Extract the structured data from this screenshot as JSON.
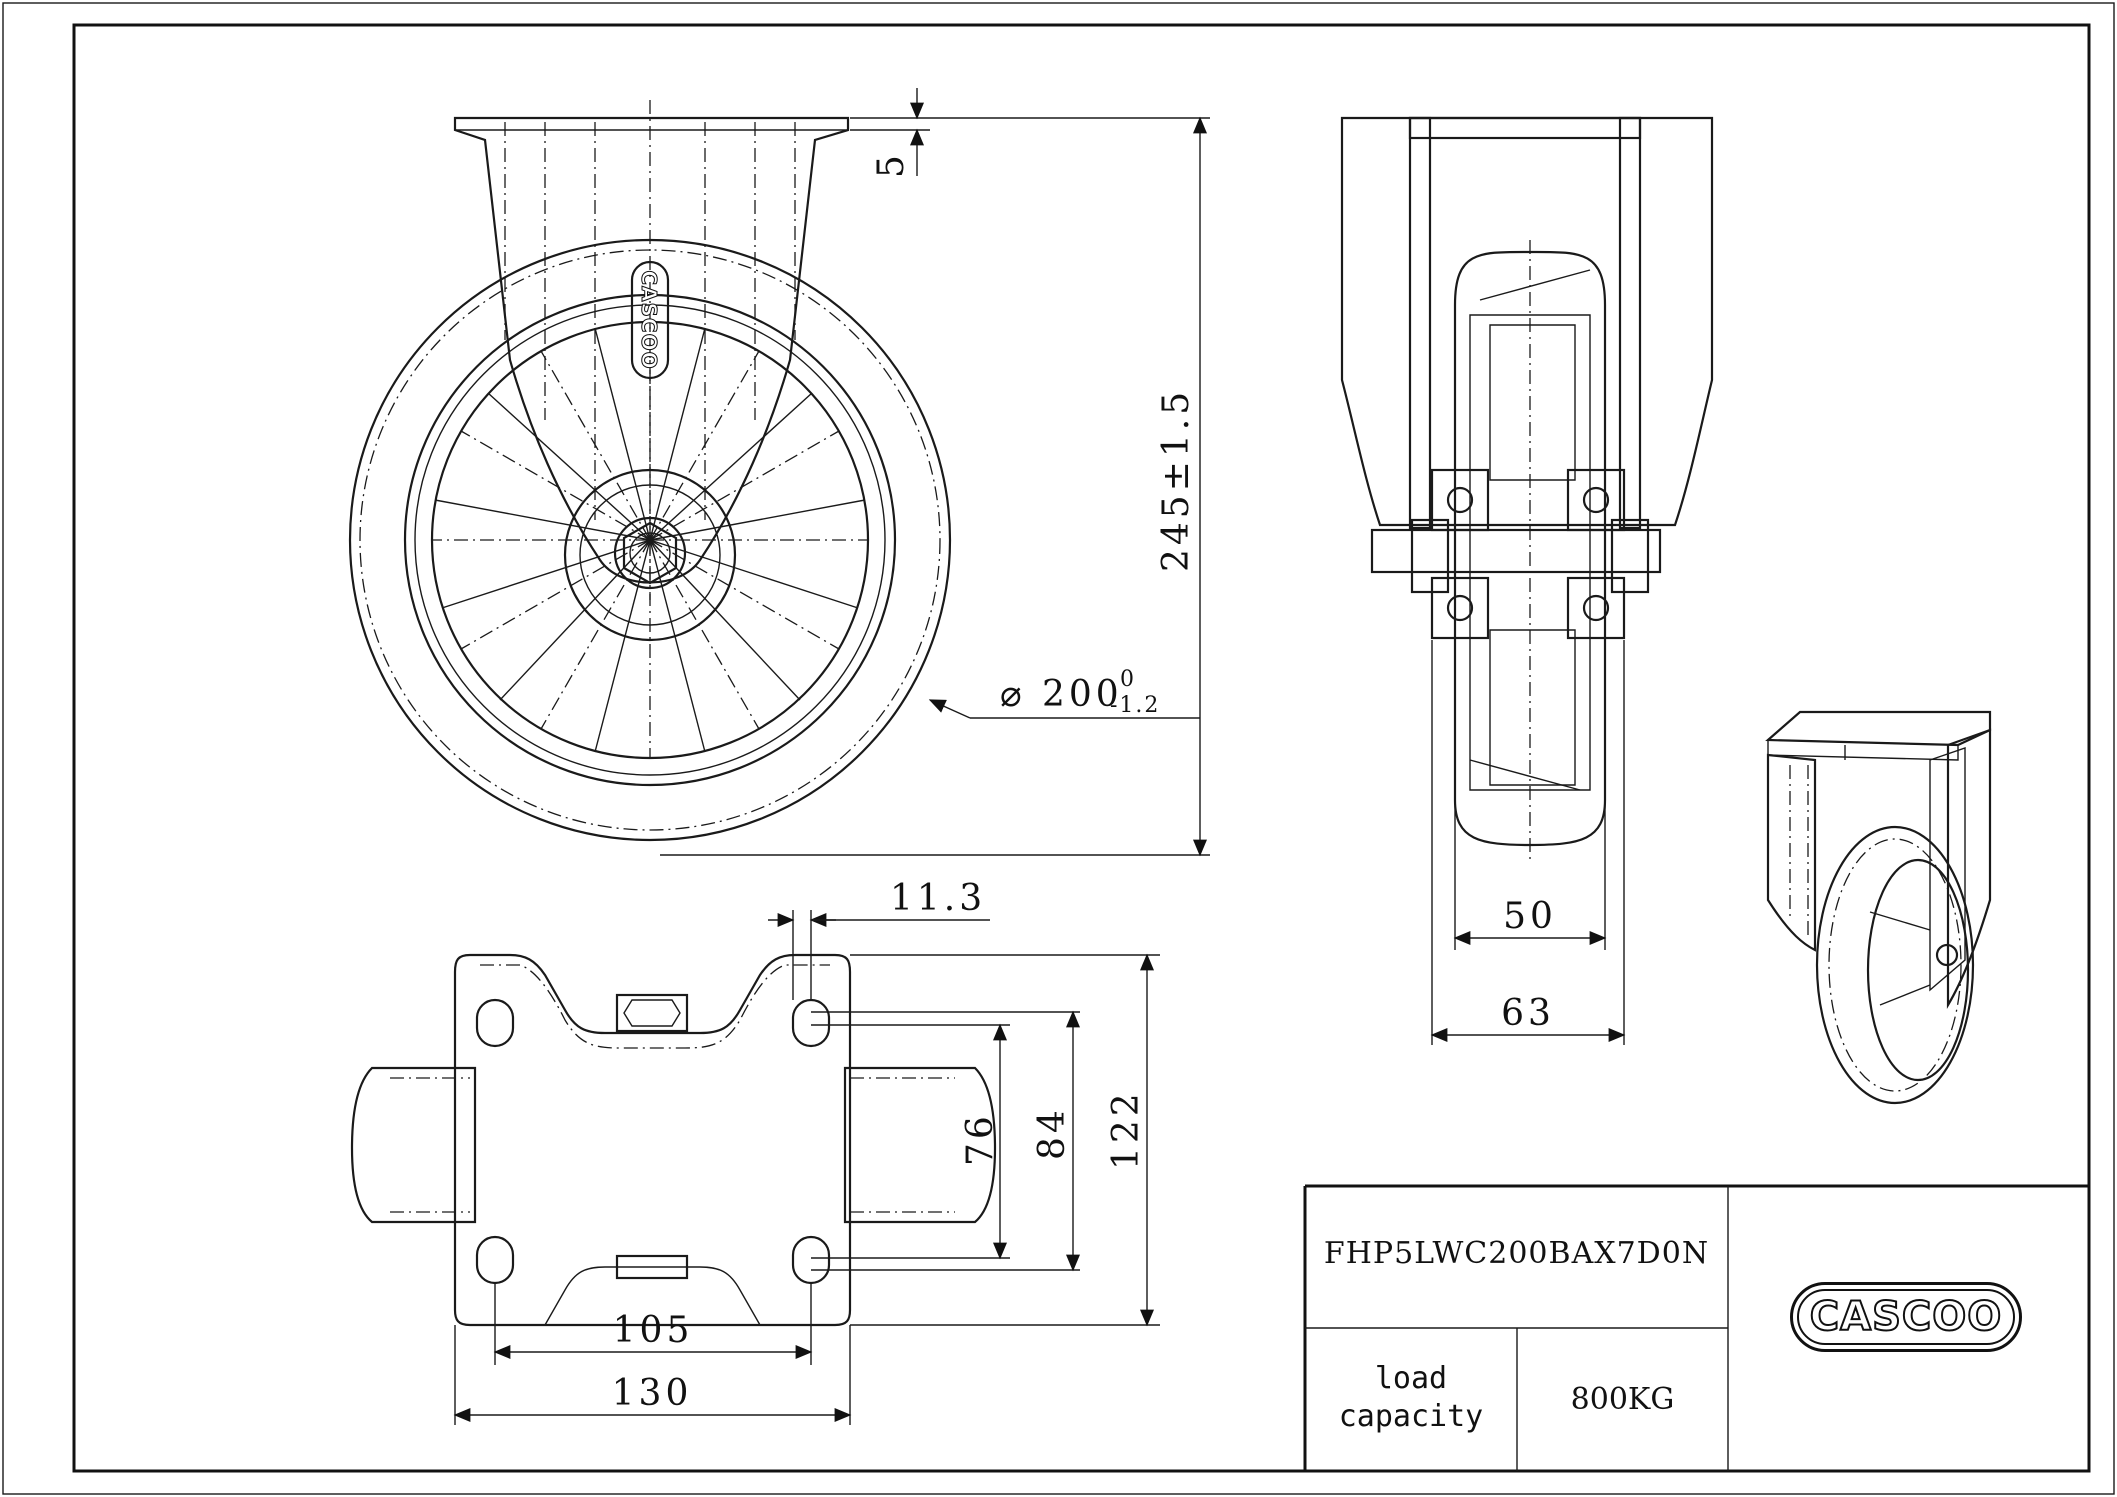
{
  "drawing": {
    "dimensions": {
      "plate_thickness": "5",
      "overall_height": "245±1.5",
      "wheel_diameter": "200",
      "wheel_tol_upper": "0",
      "wheel_tol_lower": "-1.2",
      "diameter_symbol": "⌀",
      "offset": "11.3",
      "hole_spacing_long_a": "76",
      "hole_spacing_long_b": "84",
      "plate_length": "122",
      "hole_spacing_short": "105",
      "plate_width": "130",
      "wheel_width": "50",
      "fork_width": "63"
    },
    "logo_text": "CASCOO"
  },
  "title_block": {
    "part_number": "FHP5LWC200BAX7D0N",
    "load_label_line1": "load",
    "load_label_line2": "capacity",
    "load_value": "800KG",
    "logo_text": "CASCOO"
  }
}
